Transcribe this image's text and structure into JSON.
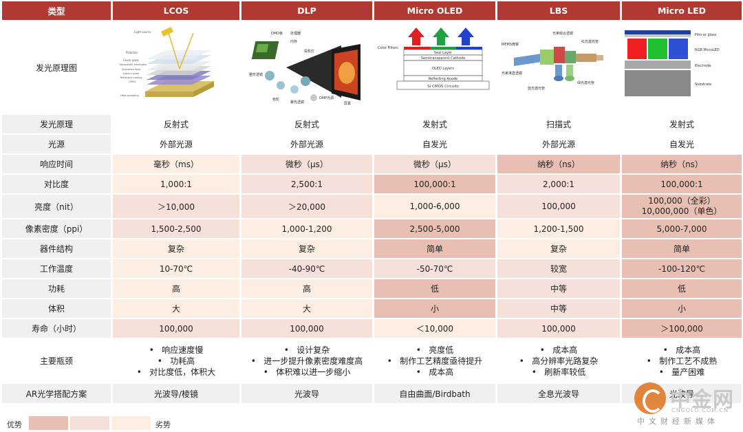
{
  "table": {
    "headers": [
      "类型",
      "LCOS",
      "DLP",
      "Micro OLED",
      "LBS",
      "Micro LED"
    ],
    "diagram_row_label": "发光原理图",
    "rows": [
      {
        "label": "发光原理",
        "cells": [
          "反射式",
          "反射式",
          "发射式",
          "扫描式",
          "发射式"
        ],
        "shades": [
          "white",
          "white",
          "white",
          "white",
          "white"
        ]
      },
      {
        "label": "光源",
        "cells": [
          "外部光源",
          "外部光源",
          "自发光",
          "外部光源",
          "自发光"
        ],
        "shades": [
          "white",
          "white",
          "white",
          "white",
          "white"
        ]
      },
      {
        "label": "响应时间",
        "cells": [
          "毫秒（ms）",
          "微秒（μs）",
          "微秒（μs）",
          "纳秒（ns）",
          "纳秒（ns）"
        ],
        "shades": [
          "light",
          "mid",
          "mid",
          "strong",
          "strong"
        ]
      },
      {
        "label": "对比度",
        "cells": [
          "1,000:1",
          "2,500:1",
          "100,000:1",
          "2,000:1",
          "100,000:1"
        ],
        "shades": [
          "light",
          "mid",
          "strong",
          "mid",
          "strong"
        ]
      },
      {
        "label": "亮度（nit）",
        "cells": [
          "＞10,000",
          "＞20,000",
          "1,000-6,000",
          "100,000",
          "100,000（全彩）\n10,000,000（单色）"
        ],
        "shades": [
          "mid",
          "mid",
          "light",
          "mid",
          "strong"
        ]
      },
      {
        "label": "像素密度（ppi）",
        "cells": [
          "1,500-2,500",
          "1,000-1,200",
          "2,500-5,000",
          "1,200-1,500",
          "5,000-7,000"
        ],
        "shades": [
          "mid",
          "light",
          "strong",
          "light",
          "strong"
        ]
      },
      {
        "label": "器件结构",
        "cells": [
          "复杂",
          "复杂",
          "简单",
          "复杂",
          "简单"
        ],
        "shades": [
          "light",
          "light",
          "strong",
          "light",
          "strong"
        ]
      },
      {
        "label": "工作温度",
        "cells": [
          "10-70℃",
          "-40-90℃",
          "-50-70℃",
          "较宽",
          "-100-120℃"
        ],
        "shades": [
          "light",
          "mid",
          "mid",
          "mid",
          "strong"
        ]
      },
      {
        "label": "功耗",
        "cells": [
          "高",
          "高",
          "低",
          "中等",
          "低"
        ],
        "shades": [
          "light",
          "light",
          "strong",
          "mid",
          "strong"
        ]
      },
      {
        "label": "体积",
        "cells": [
          "大",
          "大",
          "小",
          "中等",
          "小"
        ],
        "shades": [
          "light",
          "light",
          "strong",
          "mid",
          "strong"
        ]
      },
      {
        "label": "寿命（小时）",
        "cells": [
          "100,000",
          "100,000",
          "＜10,000",
          "100,000",
          "＞100,000"
        ],
        "shades": [
          "mid",
          "mid",
          "light",
          "mid",
          "strong"
        ]
      }
    ],
    "bottleneck": {
      "label": "主要瓶颈",
      "cells": [
        [
          "响应速度慢",
          "功耗高",
          "对比度低，体积大"
        ],
        [
          "设计复杂",
          "进一步提升像素密度难度高",
          "体积难以进一步缩小"
        ],
        [
          "亮度低",
          "制作工艺精度亟待提升",
          "成本高"
        ],
        [
          "成本高",
          "高分辨率光路复杂",
          "刷新率较低"
        ],
        [
          "成本高",
          "制作工艺不成熟",
          "量产困难"
        ]
      ]
    },
    "ar_row": {
      "label": "AR光学搭配方案",
      "cells": [
        "光波导/棱镜",
        "光波导",
        "自由曲面/Birdbath",
        "全息光波导",
        "光波导"
      ]
    }
  },
  "diagrams": {
    "lcos": {
      "top_label": "Light source",
      "labels": [
        "Polarizer",
        "Cover glass",
        "Transparent electrodes",
        "Alignment layer",
        "Liquid crystal",
        "Reflective coating",
        "CMOS",
        "Heat spreading"
      ]
    },
    "dlp": {
      "labels": [
        "DMD板",
        "处理器",
        "内存",
        "投影灯",
        "整形透镜",
        "色轮",
        "聚光透镜",
        "DMP光源",
        "屏幕"
      ]
    },
    "oled": {
      "side_label": "Color Filters",
      "layers": [
        "Seal Layer",
        "Semitransparent Cathode",
        "OLED Layers",
        "Reflecting Anode",
        "Si CMOS Circuits"
      ]
    },
    "lbs": {
      "labels": [
        "光束组合透镜",
        "MEMS微镜",
        "红光激光管",
        "光束准直透镜",
        "蓝光激光管",
        "绿光激光管"
      ]
    },
    "microled": {
      "labels": [
        "Film or glass",
        "RGB MicroLED",
        "Electrode",
        "Substrate"
      ]
    }
  },
  "legend": {
    "best": "优势",
    "worst": "劣势"
  },
  "watermark": {
    "brand": "中金网",
    "url": "CNGOLD.COM.CN",
    "tagline": "中文财经新媒体"
  },
  "colors": {
    "header": "#b03a32",
    "strong": "#e9bfb4",
    "mid": "#f6e0da",
    "light": "#fdeee4",
    "label_bg": "#f0f0f0"
  }
}
